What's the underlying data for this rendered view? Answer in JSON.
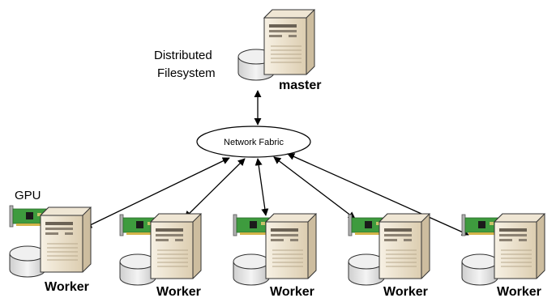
{
  "labels": {
    "filesystem_line1": "Distributed",
    "filesystem_line2": "Filesystem",
    "master": "master",
    "network": "Network Fabric",
    "gpu": "GPU",
    "worker": "Worker"
  },
  "workers": [
    {
      "label": "Worker",
      "gpu_label": "GPU"
    },
    {
      "label": "Worker"
    },
    {
      "label": "Worker"
    },
    {
      "label": "Worker"
    },
    {
      "label": "Worker"
    }
  ],
  "colors": {
    "server_body": "#ede3cf",
    "server_side": "#c9b89a",
    "server_outline": "#333333",
    "disk_fill": "#e6e6e6",
    "gpu_board": "#3e9b3e",
    "gpu_bracket": "#b0b0b0",
    "line": "#000000"
  }
}
